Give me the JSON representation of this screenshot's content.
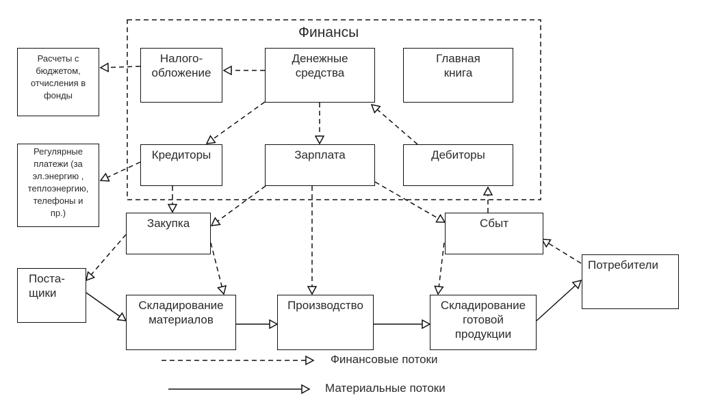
{
  "group": {
    "title": "Финансы"
  },
  "nodes": {
    "budget": "Расчеты с бюджетом, отчисления в фонды",
    "regular": "Регулярные платежи (за эл.энергию , теплоэнергию, телефоны и пр.)",
    "tax": "Налого-обложение",
    "cash": "Денежные средства",
    "ledger": "Главная книга",
    "creditors": "Кредиторы",
    "salary": "Зарплата",
    "debtors": "Дебиторы",
    "purchase": "Закупка",
    "sales": "Сбыт",
    "suppliers": "Поста-щики",
    "consumers": "Потребители",
    "materials_storage": "Складирование материалов",
    "production": "Производство",
    "products_storage": "Складирование готовой продукции"
  },
  "node_lines": {
    "budget": [
      "Расчеты с",
      "бюджетом,",
      "отчисления  в",
      "фонды"
    ],
    "regular": [
      "Регулярные",
      "платежи (за",
      "эл.энергию ,",
      "теплоэнергию,",
      "телефоны и",
      "пр.)"
    ],
    "tax": [
      "Налого-",
      "обложение"
    ],
    "cash": [
      "Денежные",
      "средства"
    ],
    "ledger": [
      "Главная",
      "книга"
    ],
    "suppliers": [
      "Поста-",
      "щики"
    ],
    "materials_storage": [
      "Складирование",
      "материалов"
    ],
    "products_storage": [
      "Складирование",
      "готовой",
      "продукции"
    ]
  },
  "edges": [
    {
      "from": "cash",
      "to": "tax",
      "type": "financial"
    },
    {
      "from": "tax",
      "to": "budget",
      "type": "financial"
    },
    {
      "from": "cash",
      "to": "creditors",
      "type": "financial"
    },
    {
      "from": "cash",
      "to": "salary",
      "type": "financial"
    },
    {
      "from": "debtors",
      "to": "cash",
      "type": "financial"
    },
    {
      "from": "creditors",
      "to": "regular",
      "type": "financial"
    },
    {
      "from": "creditors",
      "to": "purchase",
      "type": "financial"
    },
    {
      "from": "salary",
      "to": "purchase",
      "type": "financial"
    },
    {
      "from": "salary",
      "to": "production",
      "type": "financial"
    },
    {
      "from": "salary",
      "to": "sales",
      "type": "financial"
    },
    {
      "from": "sales",
      "to": "debtors",
      "type": "financial"
    },
    {
      "from": "purchase",
      "to": "suppliers",
      "type": "financial"
    },
    {
      "from": "purchase",
      "to": "materials_storage",
      "type": "financial"
    },
    {
      "from": "sales",
      "to": "products_storage",
      "type": "financial"
    },
    {
      "from": "consumers",
      "to": "sales",
      "type": "financial"
    },
    {
      "from": "suppliers",
      "to": "materials_storage",
      "type": "material"
    },
    {
      "from": "materials_storage",
      "to": "production",
      "type": "material"
    },
    {
      "from": "production",
      "to": "products_storage",
      "type": "material"
    },
    {
      "from": "products_storage",
      "to": "consumers",
      "type": "material"
    }
  ],
  "legend": {
    "financial": "Финансовые потоки",
    "material": "Материальные потоки"
  }
}
